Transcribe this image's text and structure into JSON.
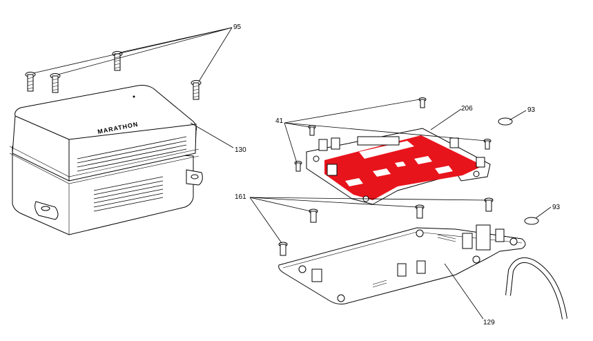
{
  "colors": {
    "background": "#ffffff",
    "line": "#000000",
    "pcb_red": "#e8141c"
  },
  "callouts": [
    {
      "id": "95",
      "label": "95"
    },
    {
      "id": "130",
      "label": "130"
    },
    {
      "id": "41",
      "label": "41"
    },
    {
      "id": "206",
      "label": "206"
    },
    {
      "id": "93a",
      "label": "93"
    },
    {
      "id": "161",
      "label": "161"
    },
    {
      "id": "93b",
      "label": "93"
    },
    {
      "id": "129",
      "label": "129"
    }
  ],
  "enclosure": {
    "logo_text": "MARATHON"
  }
}
